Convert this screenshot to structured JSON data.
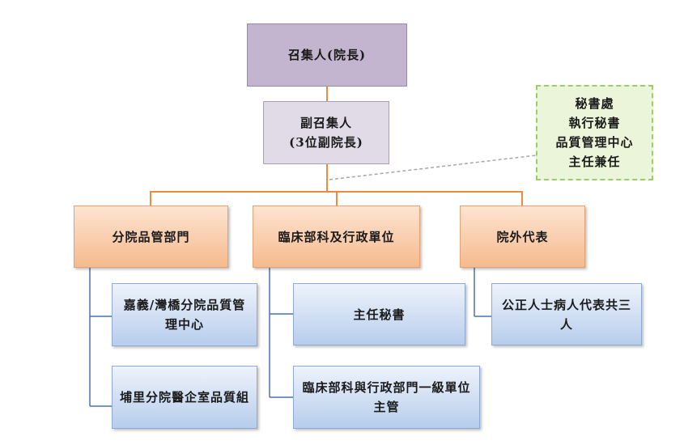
{
  "org_chart": {
    "convener": {
      "line1": "召集人(院長)"
    },
    "deputy": {
      "line1": "副召集人",
      "line2": "(3位副院長)"
    },
    "secretariat": {
      "lines": [
        "秘書處",
        "執行秘書",
        "品質管理中心",
        "主任兼任"
      ]
    },
    "branches": [
      {
        "label": "分院品管部門",
        "children": [
          "嘉義/灣橋分院品質管理中心",
          "埔里分院醫企室品質組"
        ]
      },
      {
        "label": "臨床部科及行政單位",
        "children": [
          "主任秘書",
          "臨床部科與行政部門一級單位主管"
        ]
      },
      {
        "label": "院外代表",
        "children": [
          "公正人士病人代表共三人"
        ]
      }
    ]
  },
  "colors": {
    "connector": "#f08a3c",
    "tree_line": "#4a72b0",
    "dashed_line": "#a6a6a6"
  }
}
